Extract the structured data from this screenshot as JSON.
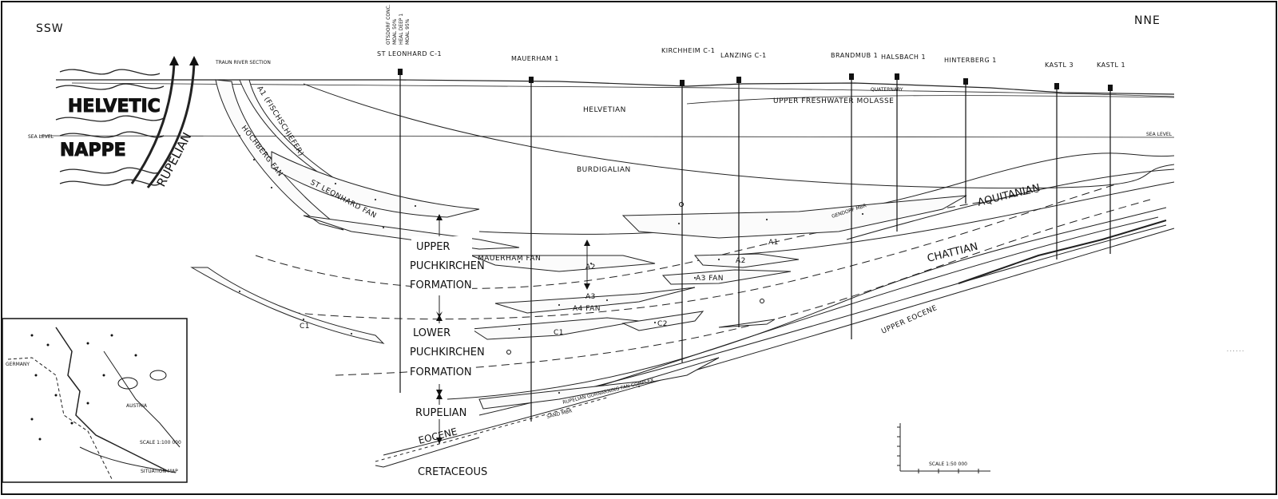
{
  "section": {
    "left_dir": "SSW",
    "right_dir": "NNE",
    "sea_level": "SEA LEVEL",
    "quaternary": "QUATERNARY",
    "traun": "TRAUN RIVER SECTION"
  },
  "wells": [
    {
      "name": "ST LEONHARD C-1"
    },
    {
      "name": "MAUERHAM 1"
    },
    {
      "name": "KIRCHHEIM C-1"
    },
    {
      "name": "LANZING C-1"
    },
    {
      "name": "BRANDMUB 1"
    },
    {
      "name": "HALSBACH 1"
    },
    {
      "name": "HINTERBERG 1"
    },
    {
      "name": "KASTL 3"
    },
    {
      "name": "KASTL 1"
    }
  ],
  "well_note": [
    "OTSDORF CONC.",
    "MOAL 50%",
    "HEAL DEEP 1",
    "MOAL 95%"
  ],
  "units": {
    "helvetic": "HELVETIC",
    "nappe": "NAPPE",
    "rupelian_thrust": "RUPELIAN",
    "helvetian": "HELVETIAN",
    "upper_freshwater": "UPPER FRESHWATER MOLASSE",
    "burdigalian": "BURDIGALIAN",
    "aquitanian": "AQUITANIAN",
    "chattian": "CHATTIAN",
    "upper_eocene": "UPPER EOCENE",
    "eocene": "EOCENE",
    "cretaceous": "CRETACEOUS",
    "a1_fischschiefer": "A1 (FISCHSCHIEFER)",
    "hochberg_fan": "HOCHBERG FAN",
    "st_leonhard_fan": "ST LEONHARD FAN",
    "mauerham_fan": "MAUERHAM FAN",
    "a1": "A1",
    "a2": "A2",
    "a2b": "A2",
    "a3": "A3",
    "a3_fan": "A3 FAN",
    "a4_fan": "A4 FAN",
    "c1": "C1",
    "c1b": "C1",
    "c2": "C2",
    "gendorf": "GENDORF MBR",
    "rupelian_fan": "RUPELIAN GURNARNING FAN COMPLEX",
    "sand_mbr": "SAND MBR"
  },
  "formations": [
    "UPPER",
    "PUCHKIRCHEN",
    "FORMATION",
    "LOWER",
    "PUCHKIRCHEN",
    "FORMATION",
    "RUPELIAN"
  ],
  "map": {
    "title": "SITUATION MAP",
    "germany": "GERMANY",
    "austria": "AUSTRIA",
    "scale": "SCALE 1:100 000"
  },
  "scalebar": {
    "label": "SCALE 1:50 000"
  }
}
